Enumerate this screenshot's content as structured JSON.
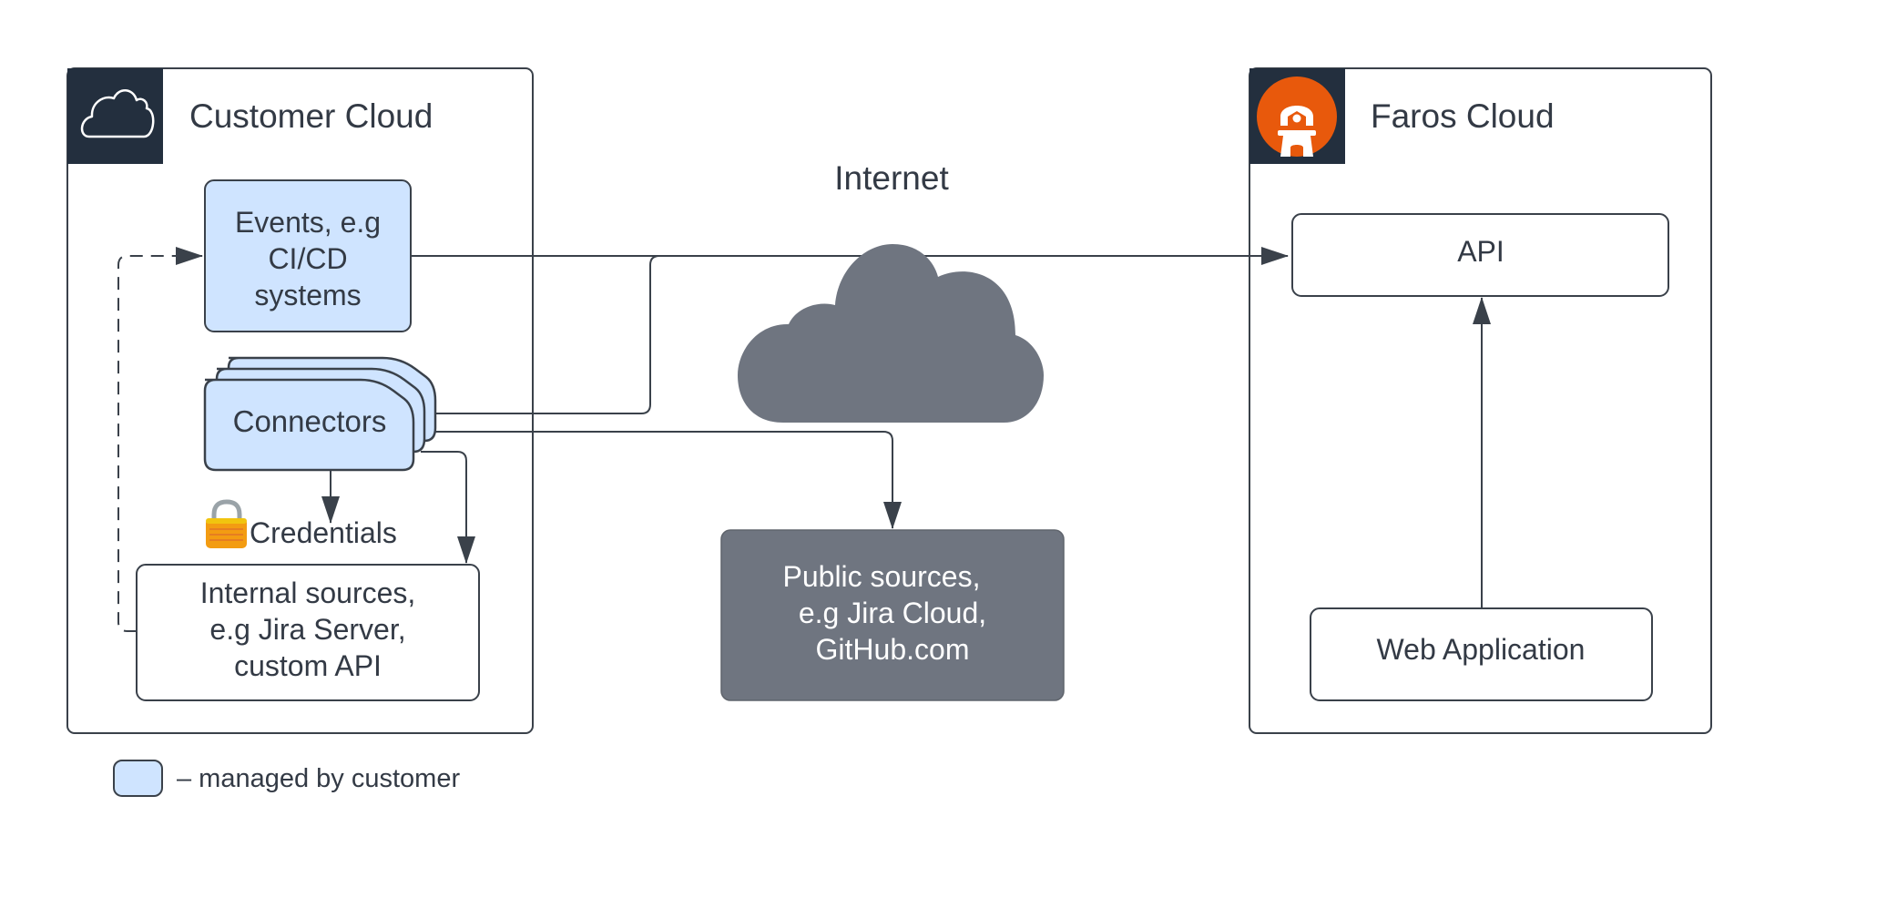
{
  "colors": {
    "stroke": "#3a414a",
    "customer_managed_fill": "#cfe4ff",
    "dark_header": "#232f3e",
    "internet_gray": "#6f7580",
    "faros_orange": "#e8590c",
    "white": "#ffffff"
  },
  "customer_cloud": {
    "title": "Customer Cloud",
    "icon": "cloud-outline-icon",
    "events_box": {
      "lines": [
        "Events, e.g",
        "CI/CD",
        "systems"
      ]
    },
    "connectors_box": {
      "label": "Connectors"
    },
    "credentials": {
      "icon": "padlock-icon",
      "label": "Credentials"
    },
    "internal_sources": {
      "lines": [
        "Internal sources,",
        "e.g Jira Server,",
        "custom API"
      ]
    }
  },
  "internet": {
    "title": "Internet",
    "icon": "cloud-filled-icon",
    "public_sources": {
      "lines": [
        "Public sources,",
        "e.g Jira Cloud,",
        "GitHub.com"
      ]
    }
  },
  "faros_cloud": {
    "title": "Faros Cloud",
    "icon": "faros-lighthouse-logo-icon",
    "api_box": {
      "label": "API"
    },
    "web_app_box": {
      "label": "Web Application"
    }
  },
  "legend": {
    "label": "– managed by customer"
  }
}
